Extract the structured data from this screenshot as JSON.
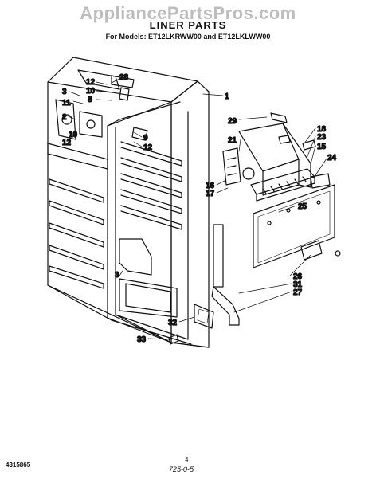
{
  "header": {
    "watermark": "AppliancePartsPros.com",
    "title": "LINER PARTS",
    "subtitle": "For Models: ET12LKRWW00 and ET12LKLWW00"
  },
  "callouts": [
    "28",
    "12",
    "3",
    "10",
    "8",
    "11",
    "2",
    "10",
    "12",
    "9",
    "12",
    "1",
    "29",
    "21",
    "16",
    "17",
    "18",
    "23",
    "15",
    "24",
    "25",
    "26",
    "31",
    "27",
    "3",
    "32",
    "33"
  ],
  "footer": {
    "doc_number": "4315865",
    "page": "4",
    "stamp": "725-0-5"
  }
}
